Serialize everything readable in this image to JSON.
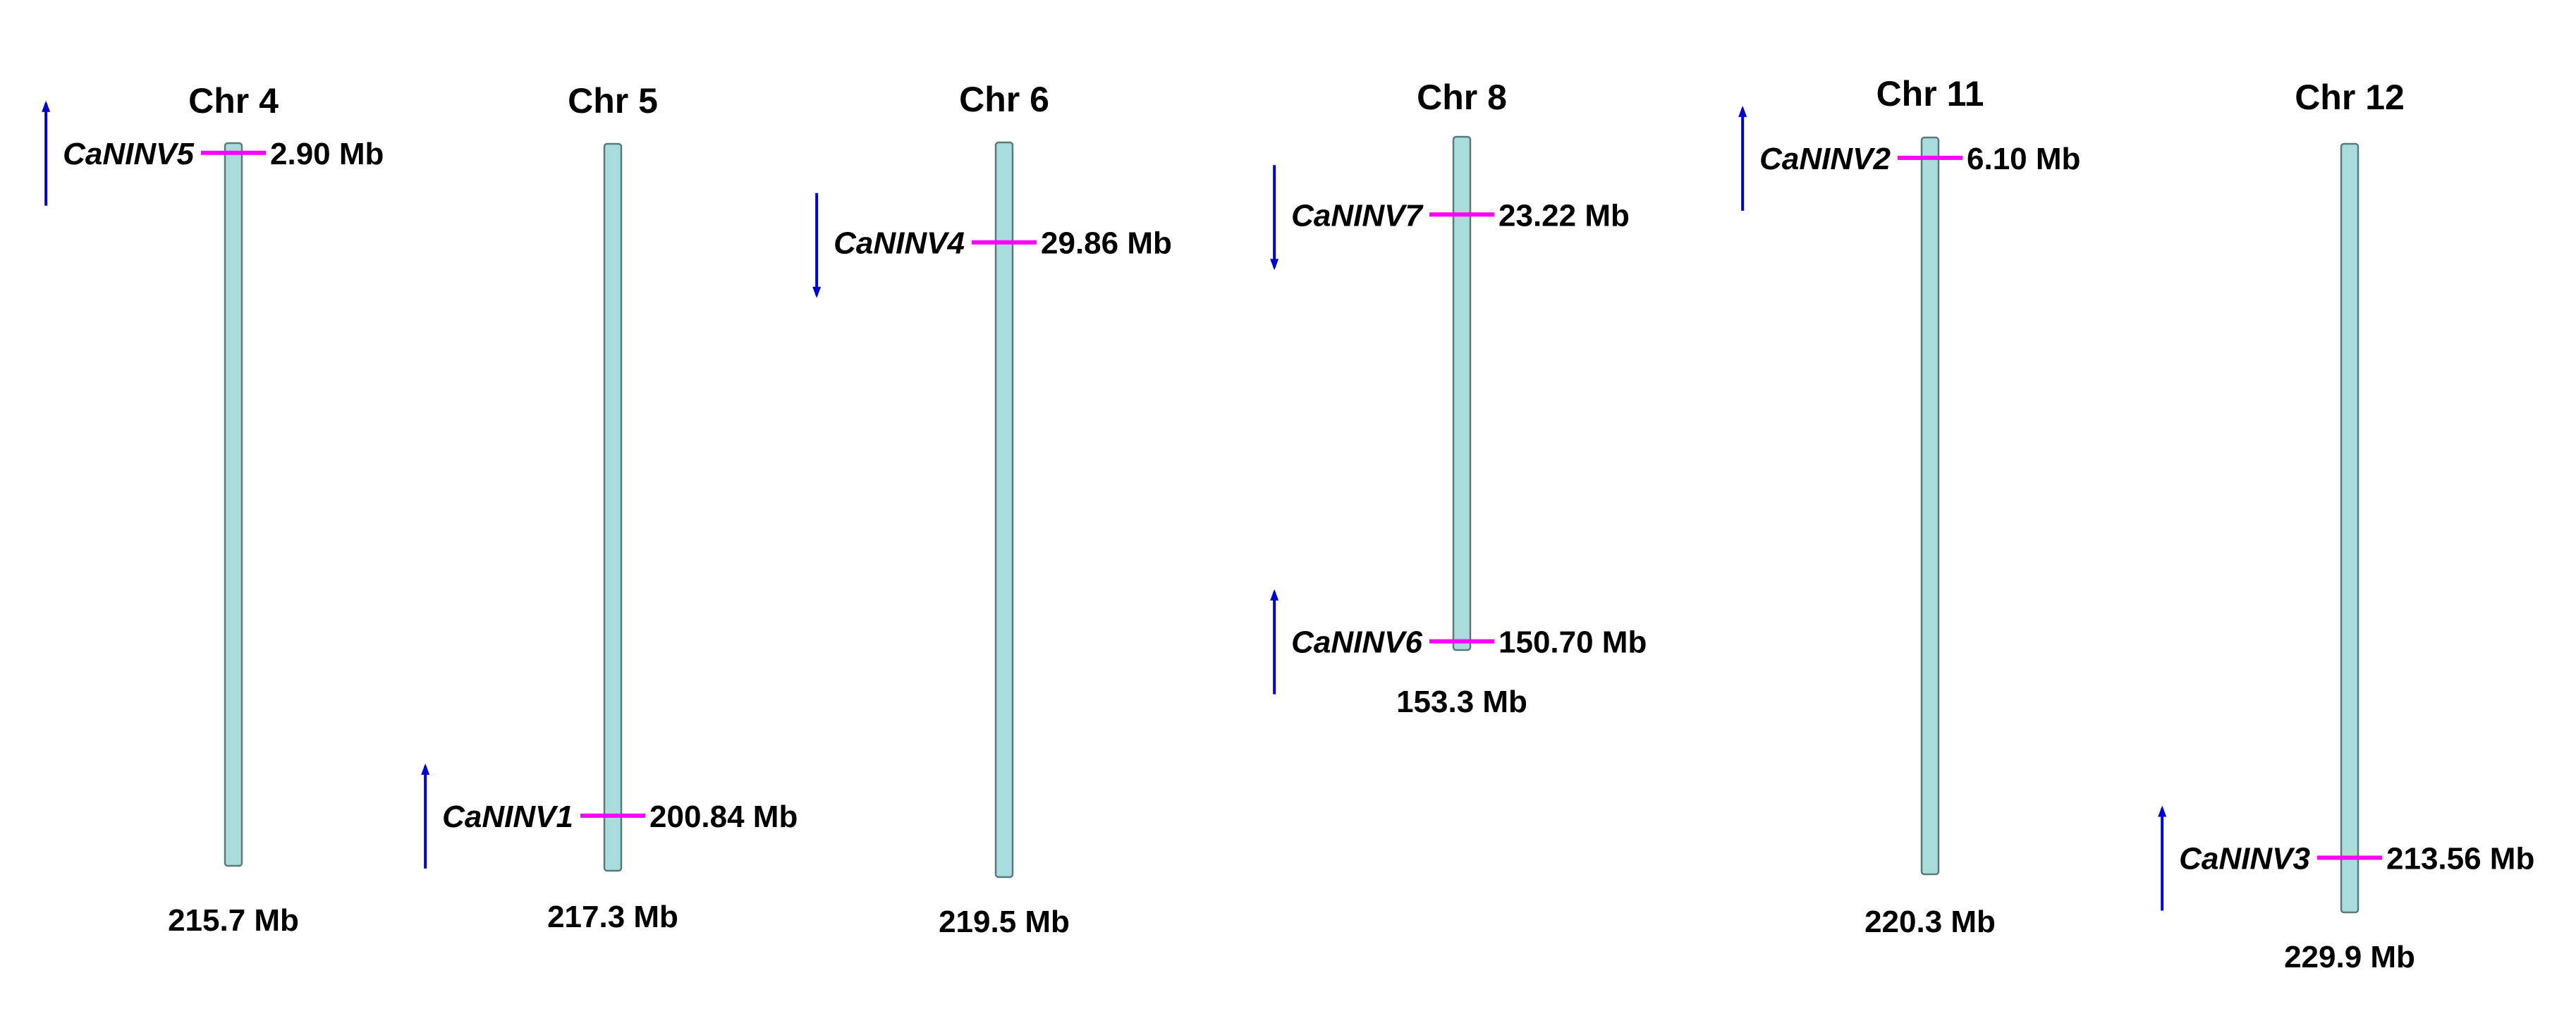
{
  "colors": {
    "chromosome_fill": "#a9dcdc",
    "chromosome_stroke": "#5a7a7a",
    "gene_marker": "#ff00ff",
    "orientation_arrow": "#0000cc",
    "text": "#000000"
  },
  "chromosomes": [
    {
      "id": "chr4",
      "title": "Chr 4",
      "length": 215.7,
      "length_label": "215.7 Mb",
      "genes": [
        {
          "name": "CaNINV5",
          "position": 2.9,
          "position_label": "2.90 Mb",
          "strand": "up"
        }
      ]
    },
    {
      "id": "chr5",
      "title": "Chr 5",
      "length": 217.3,
      "length_label": "217.3 Mb",
      "genes": [
        {
          "name": "CaNINV1",
          "position": 200.84,
          "position_label": "200.84 Mb",
          "strand": "up"
        }
      ]
    },
    {
      "id": "chr6",
      "title": "Chr 6",
      "length": 219.5,
      "length_label": "219.5 Mb",
      "genes": [
        {
          "name": "CaNINV4",
          "position": 29.86,
          "position_label": "29.86 Mb",
          "strand": "down"
        }
      ]
    },
    {
      "id": "chr8",
      "title": "Chr 8",
      "length": 153.3,
      "length_label": "153.3 Mb",
      "genes": [
        {
          "name": "CaNINV7",
          "position": 23.22,
          "position_label": "23.22 Mb",
          "strand": "down"
        },
        {
          "name": "CaNINV6",
          "position": 150.7,
          "position_label": "150.70 Mb",
          "strand": "up"
        }
      ]
    },
    {
      "id": "chr11",
      "title": "Chr 11",
      "length": 220.3,
      "length_label": "220.3 Mb",
      "genes": [
        {
          "name": "CaNINV2",
          "position": 6.1,
          "position_label": "6.10 Mb",
          "strand": "up"
        }
      ]
    },
    {
      "id": "chr12",
      "title": "Chr 12",
      "length": 229.9,
      "length_label": "229.9 Mb",
      "genes": [
        {
          "name": "CaNINV3",
          "position": 213.56,
          "position_label": "213.56 Mb",
          "strand": "up"
        }
      ]
    }
  ]
}
